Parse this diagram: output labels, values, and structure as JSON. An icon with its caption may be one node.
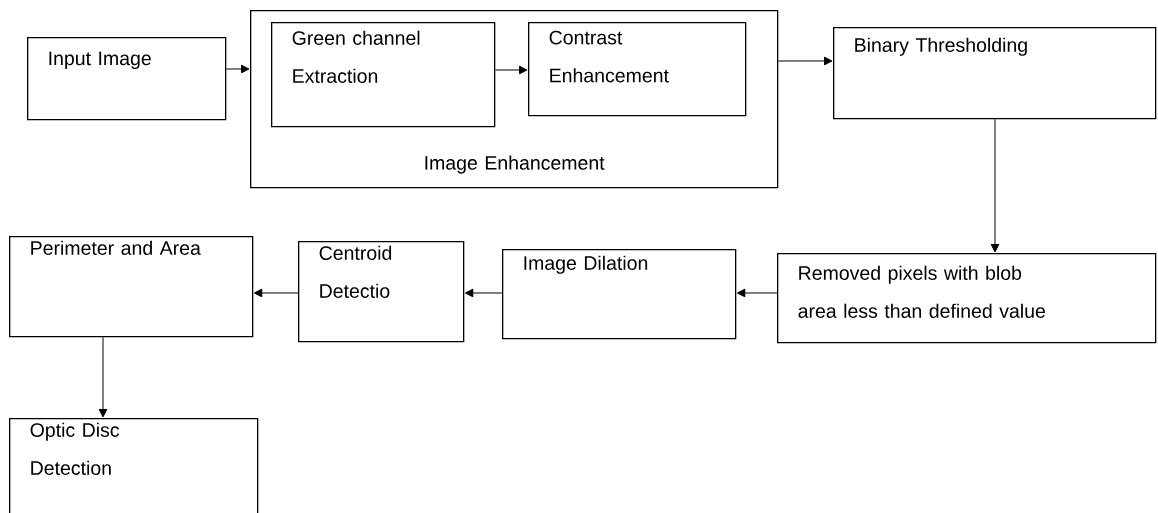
{
  "diagram": {
    "nodes": [
      {
        "text": [
          "Input Image"
        ]
      },
      {
        "text": [
          "Image Enhancement"
        ]
      },
      {
        "text": [
          "Green channel Extraction"
        ],
        "in": 1
      },
      {
        "text": [
          "Contrast Enhancement"
        ],
        "in": 1
      },
      {
        "text": [
          "Binary Thresholding"
        ]
      },
      {
        "text": [
          "Removed pixels with blob area less than defined value"
        ]
      },
      {
        "text": [
          "Image Dilation"
        ]
      },
      {
        "text": [
          "Centroid Detectio"
        ]
      },
      {
        "text": [
          "Perimeter and Area"
        ]
      },
      {
        "text": [
          "Optic Disc Detection"
        ]
      }
    ],
    "edges": [
      {
        "from": 0,
        "to": 1,
        "arrow": "to"
      },
      {
        "from": 2,
        "to": 3,
        "arrow": "to"
      },
      {
        "from": 1,
        "to": 4,
        "arrow": "to"
      },
      {
        "from": 4,
        "to": 5,
        "arrow": "to"
      },
      {
        "from": 5,
        "to": 6,
        "arrow": "to"
      },
      {
        "from": 6,
        "to": 7,
        "arrow": "to"
      },
      {
        "from": 7,
        "to": 8,
        "arrow": "to"
      },
      {
        "from": 8,
        "to": 9,
        "arrow": "to"
      }
    ]
  }
}
